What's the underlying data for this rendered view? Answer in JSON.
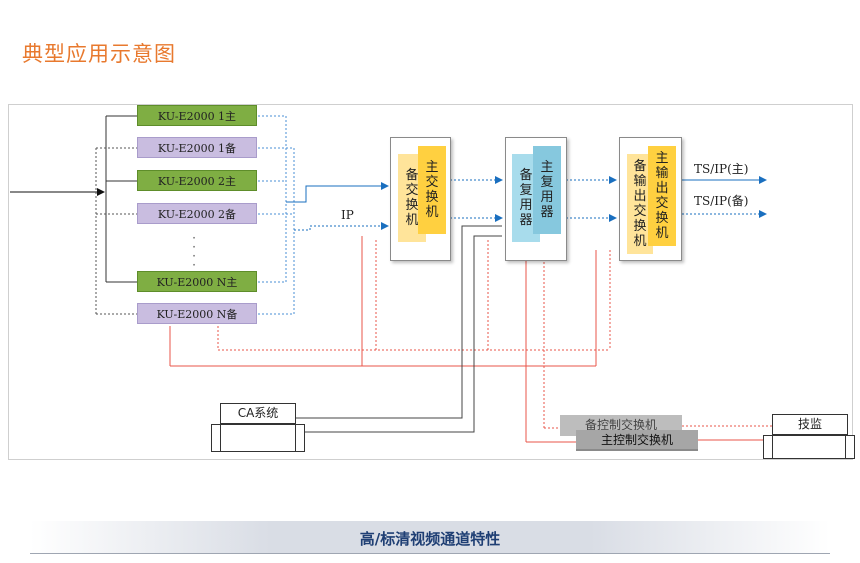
{
  "page_title": "典型应用示意图",
  "encoders": [
    {
      "label": "KU-E2000  1主",
      "kind": "main"
    },
    {
      "label": "KU-E2000  1备",
      "kind": "backup"
    },
    {
      "label": "KU-E2000  2主",
      "kind": "main"
    },
    {
      "label": "KU-E2000  2备",
      "kind": "backup"
    },
    {
      "label": "KU-E2000  N主",
      "kind": "main"
    },
    {
      "label": "KU-E2000  N备",
      "kind": "backup"
    }
  ],
  "ellipsis": "·\n·\n·\n·",
  "switch_backup": [
    "备",
    "交",
    "换",
    "机"
  ],
  "switch_main": [
    "主",
    "交",
    "换",
    "机"
  ],
  "mux_backup": [
    "备",
    "复",
    "用",
    "器"
  ],
  "mux_main": [
    "主",
    "复",
    "用",
    "器"
  ],
  "out_backup": [
    "备",
    "输",
    "出",
    "交",
    "换",
    "机"
  ],
  "out_main": [
    "主",
    "输",
    "出",
    "交",
    "换",
    "机"
  ],
  "ip_label": "IP",
  "ts_main": "TS/IP(主)",
  "ts_backup": "TS/IP(备)",
  "ca_system": "CA系统",
  "ctrl_backup": "备控制交换机",
  "ctrl_main": "主控制交换机",
  "monitor": "技监",
  "footer_title": "高/标清视频通道特性",
  "colors": {
    "title": "#e8792e",
    "encoder_main": "#7fae43",
    "encoder_backup": "#c9bde0",
    "arrow": "#1a6fbf",
    "wire_red": "#e8554a",
    "footer": "#1f3f74"
  }
}
